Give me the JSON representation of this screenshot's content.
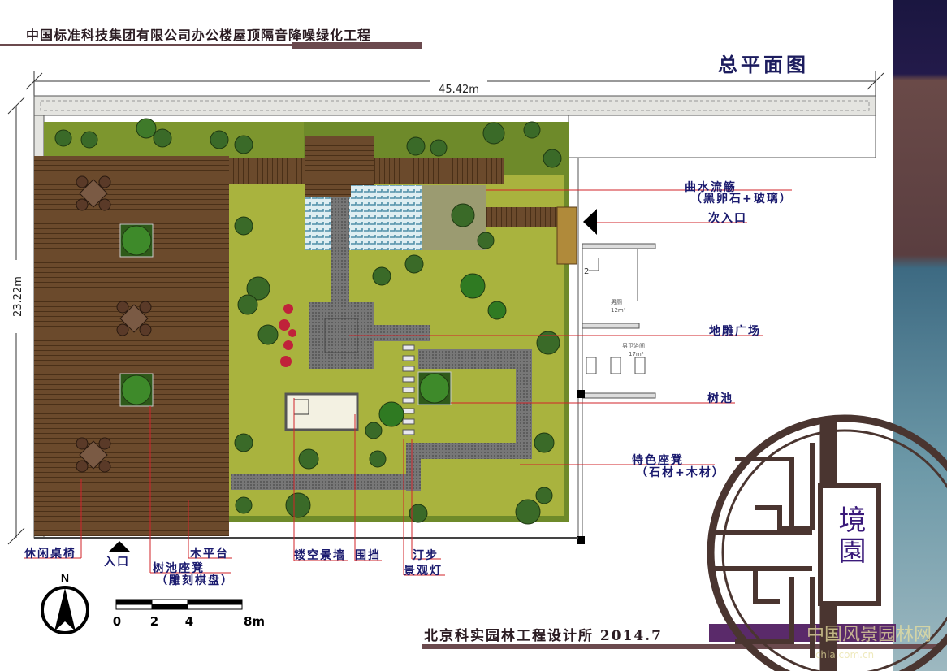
{
  "header": {
    "project_title": "中国标准科技集团有限公司办公楼屋顶隔音降噪绿化工程",
    "drawing_title": "总平面图"
  },
  "dimensions": {
    "width": "45.42m",
    "height": "23.22m"
  },
  "labels": {
    "winding_stream": "曲水流觞",
    "winding_stream_material": "（黑卵石+玻璃）",
    "secondary_entrance": "次入口",
    "sculpture_plaza": "地雕广场",
    "tree_pit": "树池",
    "feature_bench": "特色座凳",
    "feature_bench_material": "（石材+木材）",
    "leisure_tables": "休闲桌椅",
    "entrance": "入口",
    "tree_pit_bench": "树池座凳",
    "tree_pit_bench_detail": "（雕刻棋盘）",
    "wood_deck": "木平台",
    "openwork_wall": "镂空景墙",
    "enclosure": "围挡",
    "stepping_stones": "汀步",
    "landscape_lights": "景观灯"
  },
  "building": {
    "room_number": "2",
    "room_a_name": "男厕",
    "room_a_area": "12m²",
    "room_b_name": "男卫浴间",
    "room_b_area": "17m²"
  },
  "north_arrow": "N",
  "scale_bar": {
    "ticks": [
      "0",
      "2",
      "4",
      "8m"
    ]
  },
  "footer": {
    "studio": "北京科实园林工程设计所  2014.7"
  },
  "logo": {
    "text": "境園"
  },
  "watermark": {
    "text": "中国风景园林网",
    "sub": "chla.com.cn"
  },
  "colors": {
    "lawn": "#9aaa3a",
    "lawn_dark": "#5c7a22",
    "wood": "#6b4a2c",
    "paving": "#6e6e6e",
    "water": "#7fb6c8",
    "label": "#1a1a6e",
    "leader": "#d2232a",
    "frame": "#4a3530"
  }
}
